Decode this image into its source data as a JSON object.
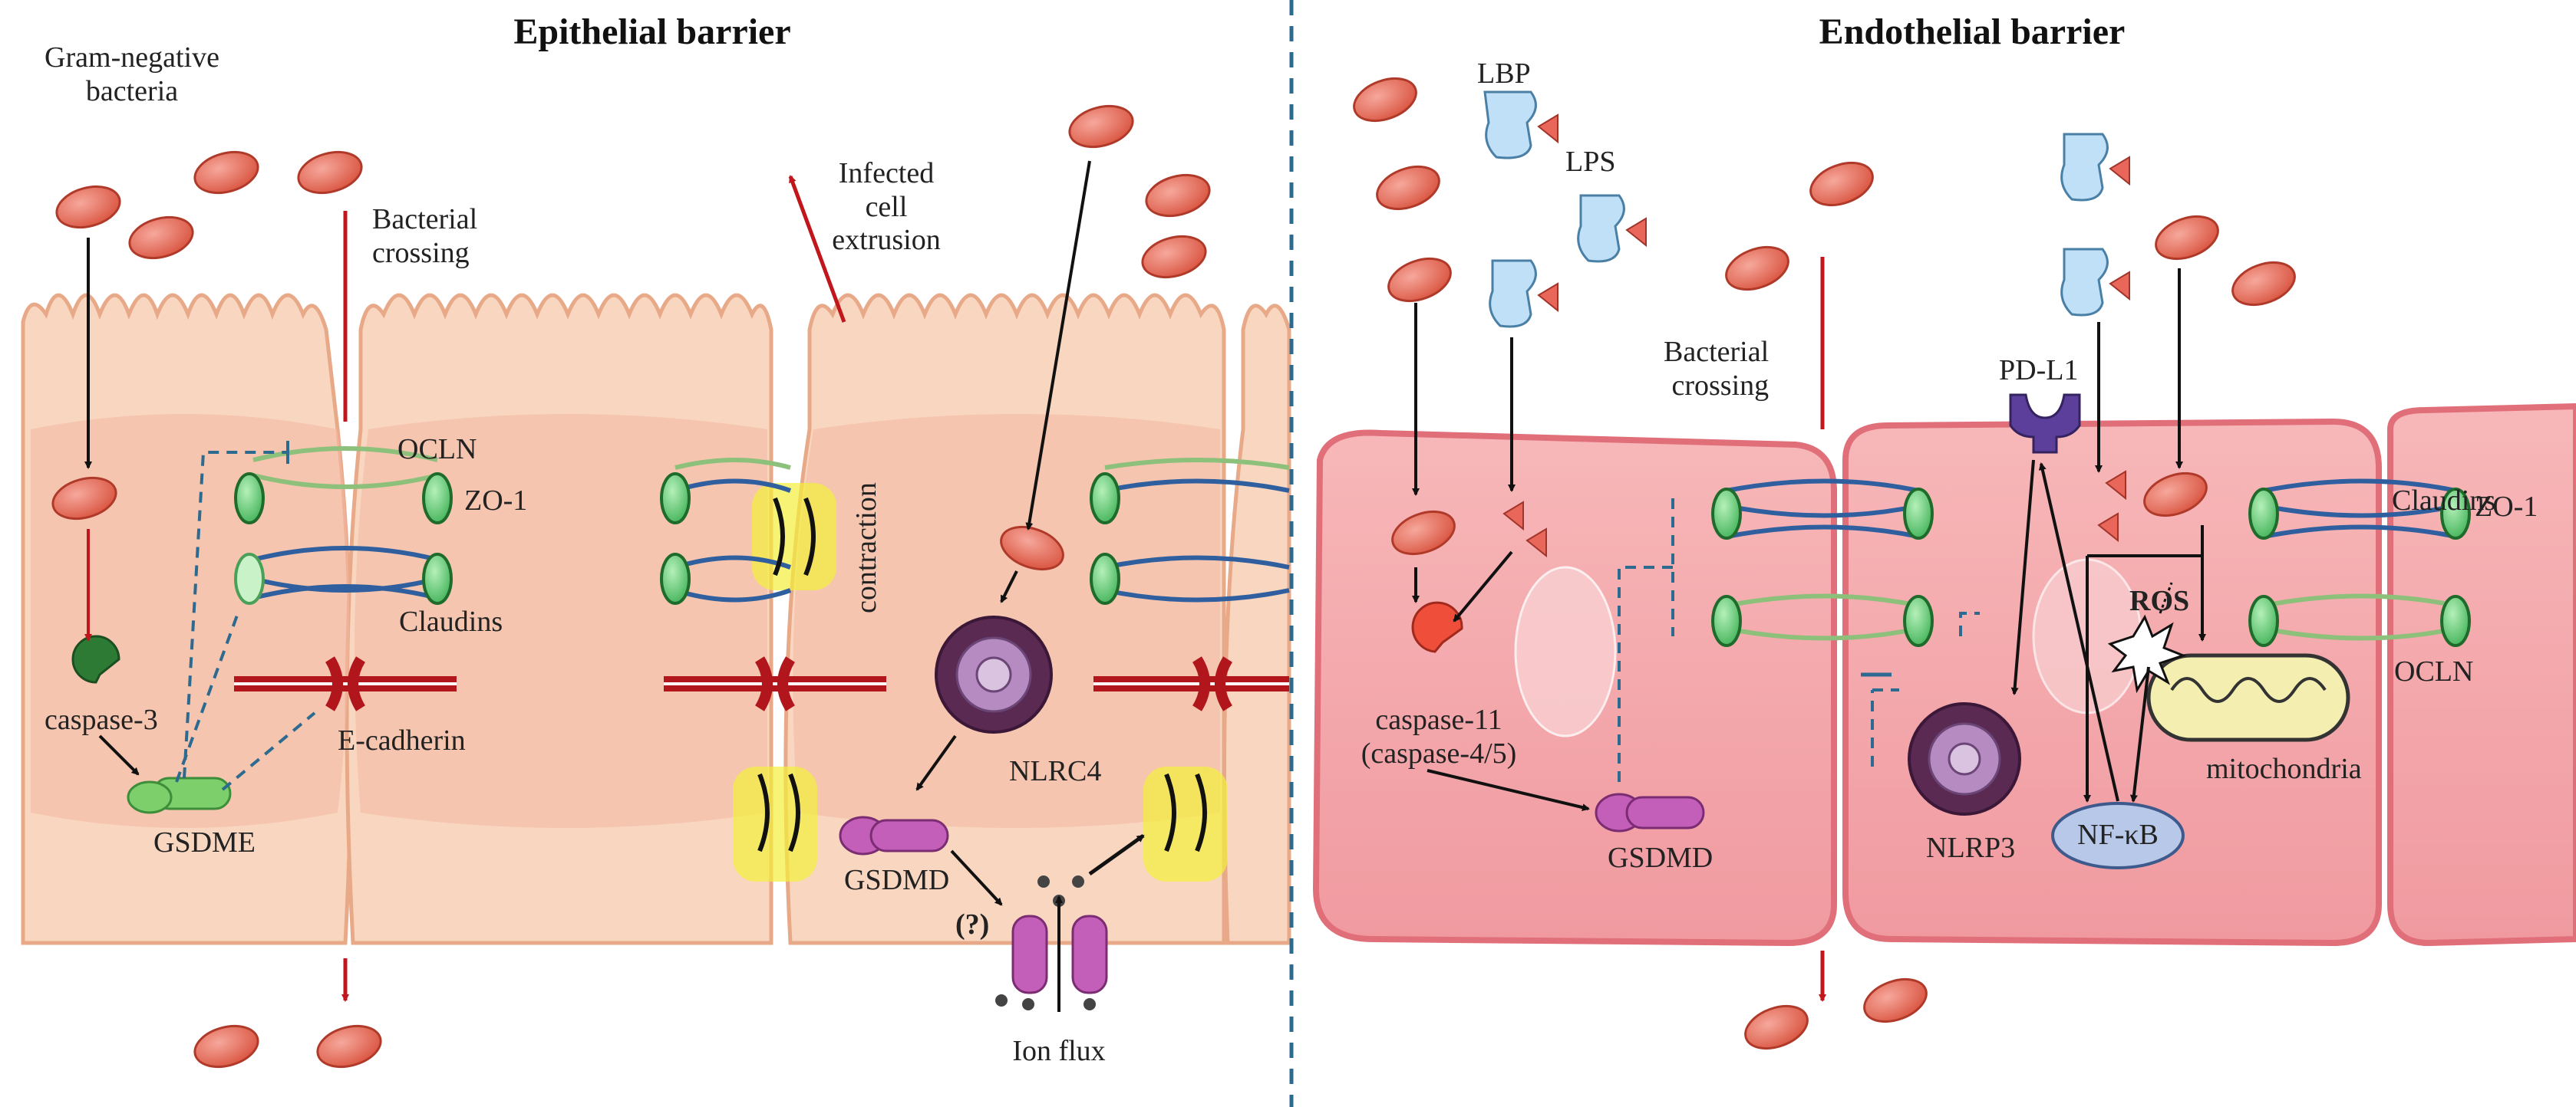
{
  "panels": {
    "epithelial": {
      "title": "Epithelial barrier",
      "labels": {
        "bacteria": "Gram-negative\nbacteria",
        "bacterial_crossing": "Bacterial\ncrossing",
        "infected_extrusion": "Infected\ncell\nextrusion",
        "ocln": "OCLN",
        "zo1": "ZO-1",
        "claudins": "Claudins",
        "ecadherin": "E-cadherin",
        "caspase3": "caspase-3",
        "gsdme": "GSDME",
        "contraction": "contraction",
        "nlrc4": "NLRC4",
        "gsdmd": "GSDMD",
        "question": "(?)",
        "ion_flux": "Ion flux"
      }
    },
    "endothelial": {
      "title": "Endothelial barrier",
      "labels": {
        "lbp": "LBP",
        "lps": "LPS",
        "bacterial_crossing": "Bacterial\ncrossing",
        "pdl1": "PD-L1",
        "claudins": "Claudins",
        "zo1": "ZO-1",
        "ocln": "OCLN",
        "ros": "ROS",
        "caspase11": "caspase-11\n(caspase-4/5)",
        "gsdmd": "GSDMD",
        "nlrp3": "NLRP3",
        "nfkb": "NF-κB",
        "mitochondria": "mitochondria"
      }
    }
  },
  "colors": {
    "epithelial_cell": "#f9d6c0",
    "epithelial_inner": "#f4b9a4",
    "endothelial_cell": "#f3a8ac",
    "endothelial_border": "#e06f7a",
    "bacteria": "#e8675a",
    "claudin": "#2f5f9e",
    "ocln": "#8dc07a",
    "zo1": "#6ecf7a",
    "ecadherin": "#b0161c",
    "gsdmd": "#c35fb8",
    "arrow_red": "#c0161c",
    "dashed": "#2c6a8f",
    "yellow_glow": "#f4ef3a",
    "mitochondria": "#f4efb0"
  }
}
